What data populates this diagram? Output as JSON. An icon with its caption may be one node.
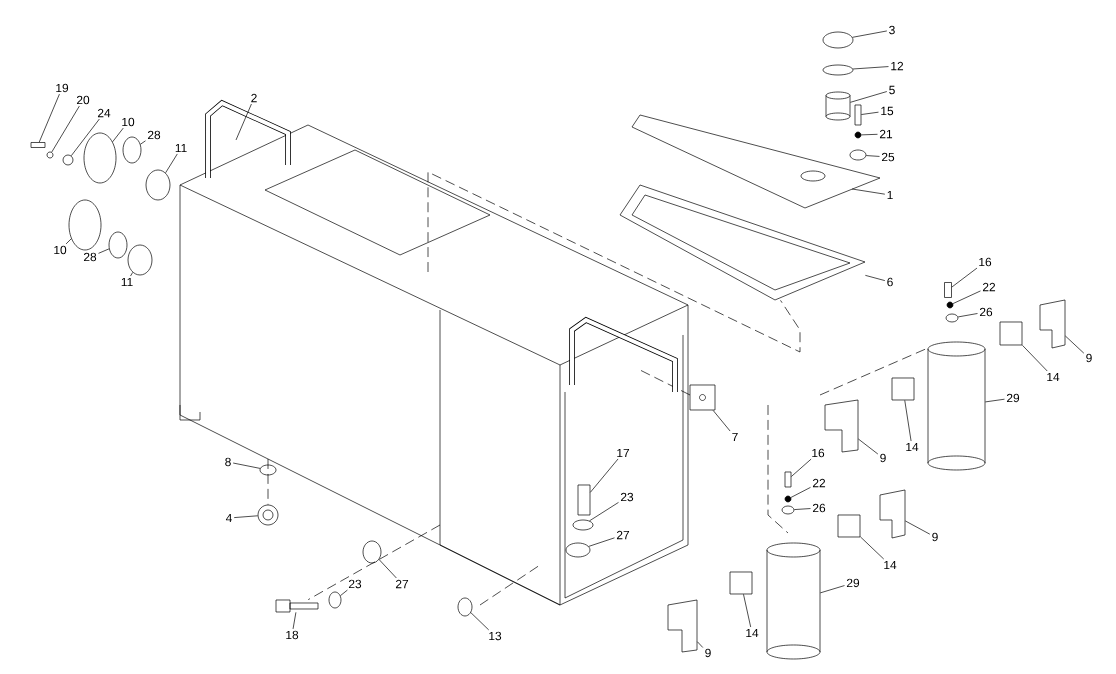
{
  "diagram": {
    "nodes": [
      {
        "text": [
          "19"
        ]
      },
      {
        "text": [
          "20"
        ]
      },
      {
        "text": [
          "24"
        ]
      },
      {
        "text": [
          "10"
        ]
      },
      {
        "text": [
          "28"
        ]
      },
      {
        "text": [
          "11"
        ]
      },
      {
        "text": [
          "2"
        ]
      },
      {
        "text": [
          "3"
        ]
      },
      {
        "text": [
          "12"
        ]
      },
      {
        "text": [
          "5"
        ]
      },
      {
        "text": [
          "15"
        ]
      },
      {
        "text": [
          "21"
        ]
      },
      {
        "text": [
          "25"
        ]
      },
      {
        "text": [
          "1"
        ]
      },
      {
        "text": [
          "10"
        ]
      },
      {
        "text": [
          "28"
        ]
      },
      {
        "text": [
          "11"
        ]
      },
      {
        "text": [
          "6"
        ]
      },
      {
        "text": [
          "16"
        ]
      },
      {
        "text": [
          "22"
        ]
      },
      {
        "text": [
          "26"
        ]
      },
      {
        "text": [
          "9"
        ]
      },
      {
        "text": [
          "14"
        ]
      },
      {
        "text": [
          "29"
        ]
      },
      {
        "text": [
          "7"
        ]
      },
      {
        "text": [
          "9"
        ]
      },
      {
        "text": [
          "14"
        ]
      },
      {
        "text": [
          "8"
        ]
      },
      {
        "text": [
          "17"
        ]
      },
      {
        "text": [
          "23"
        ]
      },
      {
        "text": [
          "16"
        ]
      },
      {
        "text": [
          "22"
        ]
      },
      {
        "text": [
          "26"
        ]
      },
      {
        "text": [
          "4"
        ]
      },
      {
        "text": [
          "27"
        ]
      },
      {
        "text": [
          "9"
        ]
      },
      {
        "text": [
          "14"
        ]
      },
      {
        "text": [
          "29"
        ]
      },
      {
        "text": [
          "27"
        ]
      },
      {
        "text": [
          "23"
        ]
      },
      {
        "text": [
          "18"
        ]
      },
      {
        "text": [
          "13"
        ]
      },
      {
        "text": [
          "9"
        ]
      },
      {
        "text": [
          "14"
        ]
      },
      {
        "text": [],
        "shape": "box"
      },
      {
        "text": [],
        "shape": "circle"
      },
      {
        "text": [],
        "shape": "circle"
      },
      {
        "text": [],
        "shape": "circle"
      },
      {
        "text": [],
        "shape": "circle"
      },
      {
        "text": [],
        "shape": "circle"
      },
      {
        "text": [],
        "shape": "picture"
      },
      {
        "text": [],
        "shape": "circle"
      },
      {
        "text": [],
        "shape": "circle"
      },
      {
        "text": [],
        "shape": "cylinder"
      },
      {
        "text": [],
        "shape": "box"
      },
      {
        "text": [],
        "shape": "circle"
      },
      {
        "text": [],
        "shape": "circle"
      },
      {
        "text": [],
        "shape": "picture"
      },
      {
        "text": [],
        "shape": "circle"
      },
      {
        "text": [],
        "shape": "circle"
      },
      {
        "text": [],
        "shape": "circle"
      },
      {
        "text": [],
        "shape": "picture"
      },
      {
        "text": [],
        "shape": "box"
      },
      {
        "text": [],
        "shape": "circle"
      },
      {
        "text": [],
        "shape": "circle"
      },
      {
        "text": [],
        "shape": "picture"
      },
      {
        "text": [],
        "shape": "box"
      },
      {
        "text": [],
        "shape": "cylinder"
      },
      {
        "text": [],
        "shape": "box"
      },
      {
        "text": [],
        "shape": "picture"
      },
      {
        "text": [],
        "shape": "box"
      },
      {
        "text": [],
        "shape": "circle"
      },
      {
        "text": [],
        "shape": "box"
      },
      {
        "text": [],
        "shape": "circle"
      },
      {
        "text": [],
        "shape": "box"
      },
      {
        "text": [],
        "shape": "circle"
      },
      {
        "text": [],
        "shape": "circle"
      },
      {
        "text": [],
        "shape": "circle"
      },
      {
        "text": [],
        "shape": "circle"
      },
      {
        "text": [],
        "shape": "picture"
      },
      {
        "text": [],
        "shape": "box"
      },
      {
        "text": [],
        "shape": "cylinder"
      },
      {
        "text": [],
        "shape": "circle"
      },
      {
        "text": [],
        "shape": "circle"
      },
      {
        "text": [],
        "shape": "picture"
      },
      {
        "text": [],
        "shape": "circle"
      },
      {
        "text": [],
        "shape": "picture"
      },
      {
        "text": [],
        "shape": "box"
      }
    ],
    "edges": [
      {
        "from": 0,
        "to": 44,
        "arrow": "none"
      },
      {
        "from": 1,
        "to": 45,
        "arrow": "none"
      },
      {
        "from": 2,
        "to": 46,
        "arrow": "none"
      },
      {
        "from": 3,
        "to": 47,
        "arrow": "none"
      },
      {
        "from": 4,
        "to": 48,
        "arrow": "none"
      },
      {
        "from": 5,
        "to": 49,
        "arrow": "none"
      },
      {
        "from": 6,
        "to": 50,
        "arrow": "none"
      },
      {
        "from": 7,
        "to": 51,
        "arrow": "none"
      },
      {
        "from": 8,
        "to": 52,
        "arrow": "none"
      },
      {
        "from": 9,
        "to": 53,
        "arrow": "none"
      },
      {
        "from": 10,
        "to": 54,
        "arrow": "none"
      },
      {
        "from": 11,
        "to": 55,
        "arrow": "none"
      },
      {
        "from": 12,
        "to": 56,
        "arrow": "none"
      },
      {
        "from": 13,
        "to": 57,
        "arrow": "none"
      },
      {
        "from": 14,
        "to": 58,
        "arrow": "none"
      },
      {
        "from": 15,
        "to": 59,
        "arrow": "none"
      },
      {
        "from": 16,
        "to": 60,
        "arrow": "none"
      },
      {
        "from": 17,
        "to": 61,
        "arrow": "none"
      },
      {
        "from": 18,
        "to": 62,
        "arrow": "none"
      },
      {
        "from": 19,
        "to": 63,
        "arrow": "none"
      },
      {
        "from": 20,
        "to": 64,
        "arrow": "none"
      },
      {
        "from": 21,
        "to": 65,
        "arrow": "none"
      },
      {
        "from": 22,
        "to": 66,
        "arrow": "none"
      },
      {
        "from": 23,
        "to": 67,
        "arrow": "none"
      },
      {
        "from": 24,
        "to": 68,
        "arrow": "none"
      },
      {
        "from": 25,
        "to": 69,
        "arrow": "none"
      },
      {
        "from": 26,
        "to": 70,
        "arrow": "none"
      },
      {
        "from": 27,
        "to": 71,
        "arrow": "none"
      },
      {
        "from": 28,
        "to": 72,
        "arrow": "none"
      },
      {
        "from": 29,
        "to": 73,
        "arrow": "none"
      },
      {
        "from": 30,
        "to": 74,
        "arrow": "none"
      },
      {
        "from": 31,
        "to": 75,
        "arrow": "none"
      },
      {
        "from": 32,
        "to": 76,
        "arrow": "none"
      },
      {
        "from": 33,
        "to": 77,
        "arrow": "none"
      },
      {
        "from": 34,
        "to": 78,
        "arrow": "none"
      },
      {
        "from": 35,
        "to": 79,
        "arrow": "none"
      },
      {
        "from": 36,
        "to": 80,
        "arrow": "none"
      },
      {
        "from": 37,
        "to": 81,
        "arrow": "none"
      },
      {
        "from": 38,
        "to": 82,
        "arrow": "none"
      },
      {
        "from": 39,
        "to": 83,
        "arrow": "none"
      },
      {
        "from": 40,
        "to": 84,
        "arrow": "none"
      },
      {
        "from": 41,
        "to": 85,
        "arrow": "none"
      },
      {
        "from": 42,
        "to": 86,
        "arrow": "none"
      },
      {
        "from": 43,
        "to": 87,
        "arrow": "none"
      },
      {
        "from": 50,
        "to": 61,
        "arrow": "none",
        "style": "dashed"
      },
      {
        "from": 50,
        "to": 84,
        "arrow": "none",
        "style": "dashed"
      },
      {
        "from": 50,
        "to": 77,
        "arrow": "none",
        "style": "dashed"
      }
    ]
  }
}
